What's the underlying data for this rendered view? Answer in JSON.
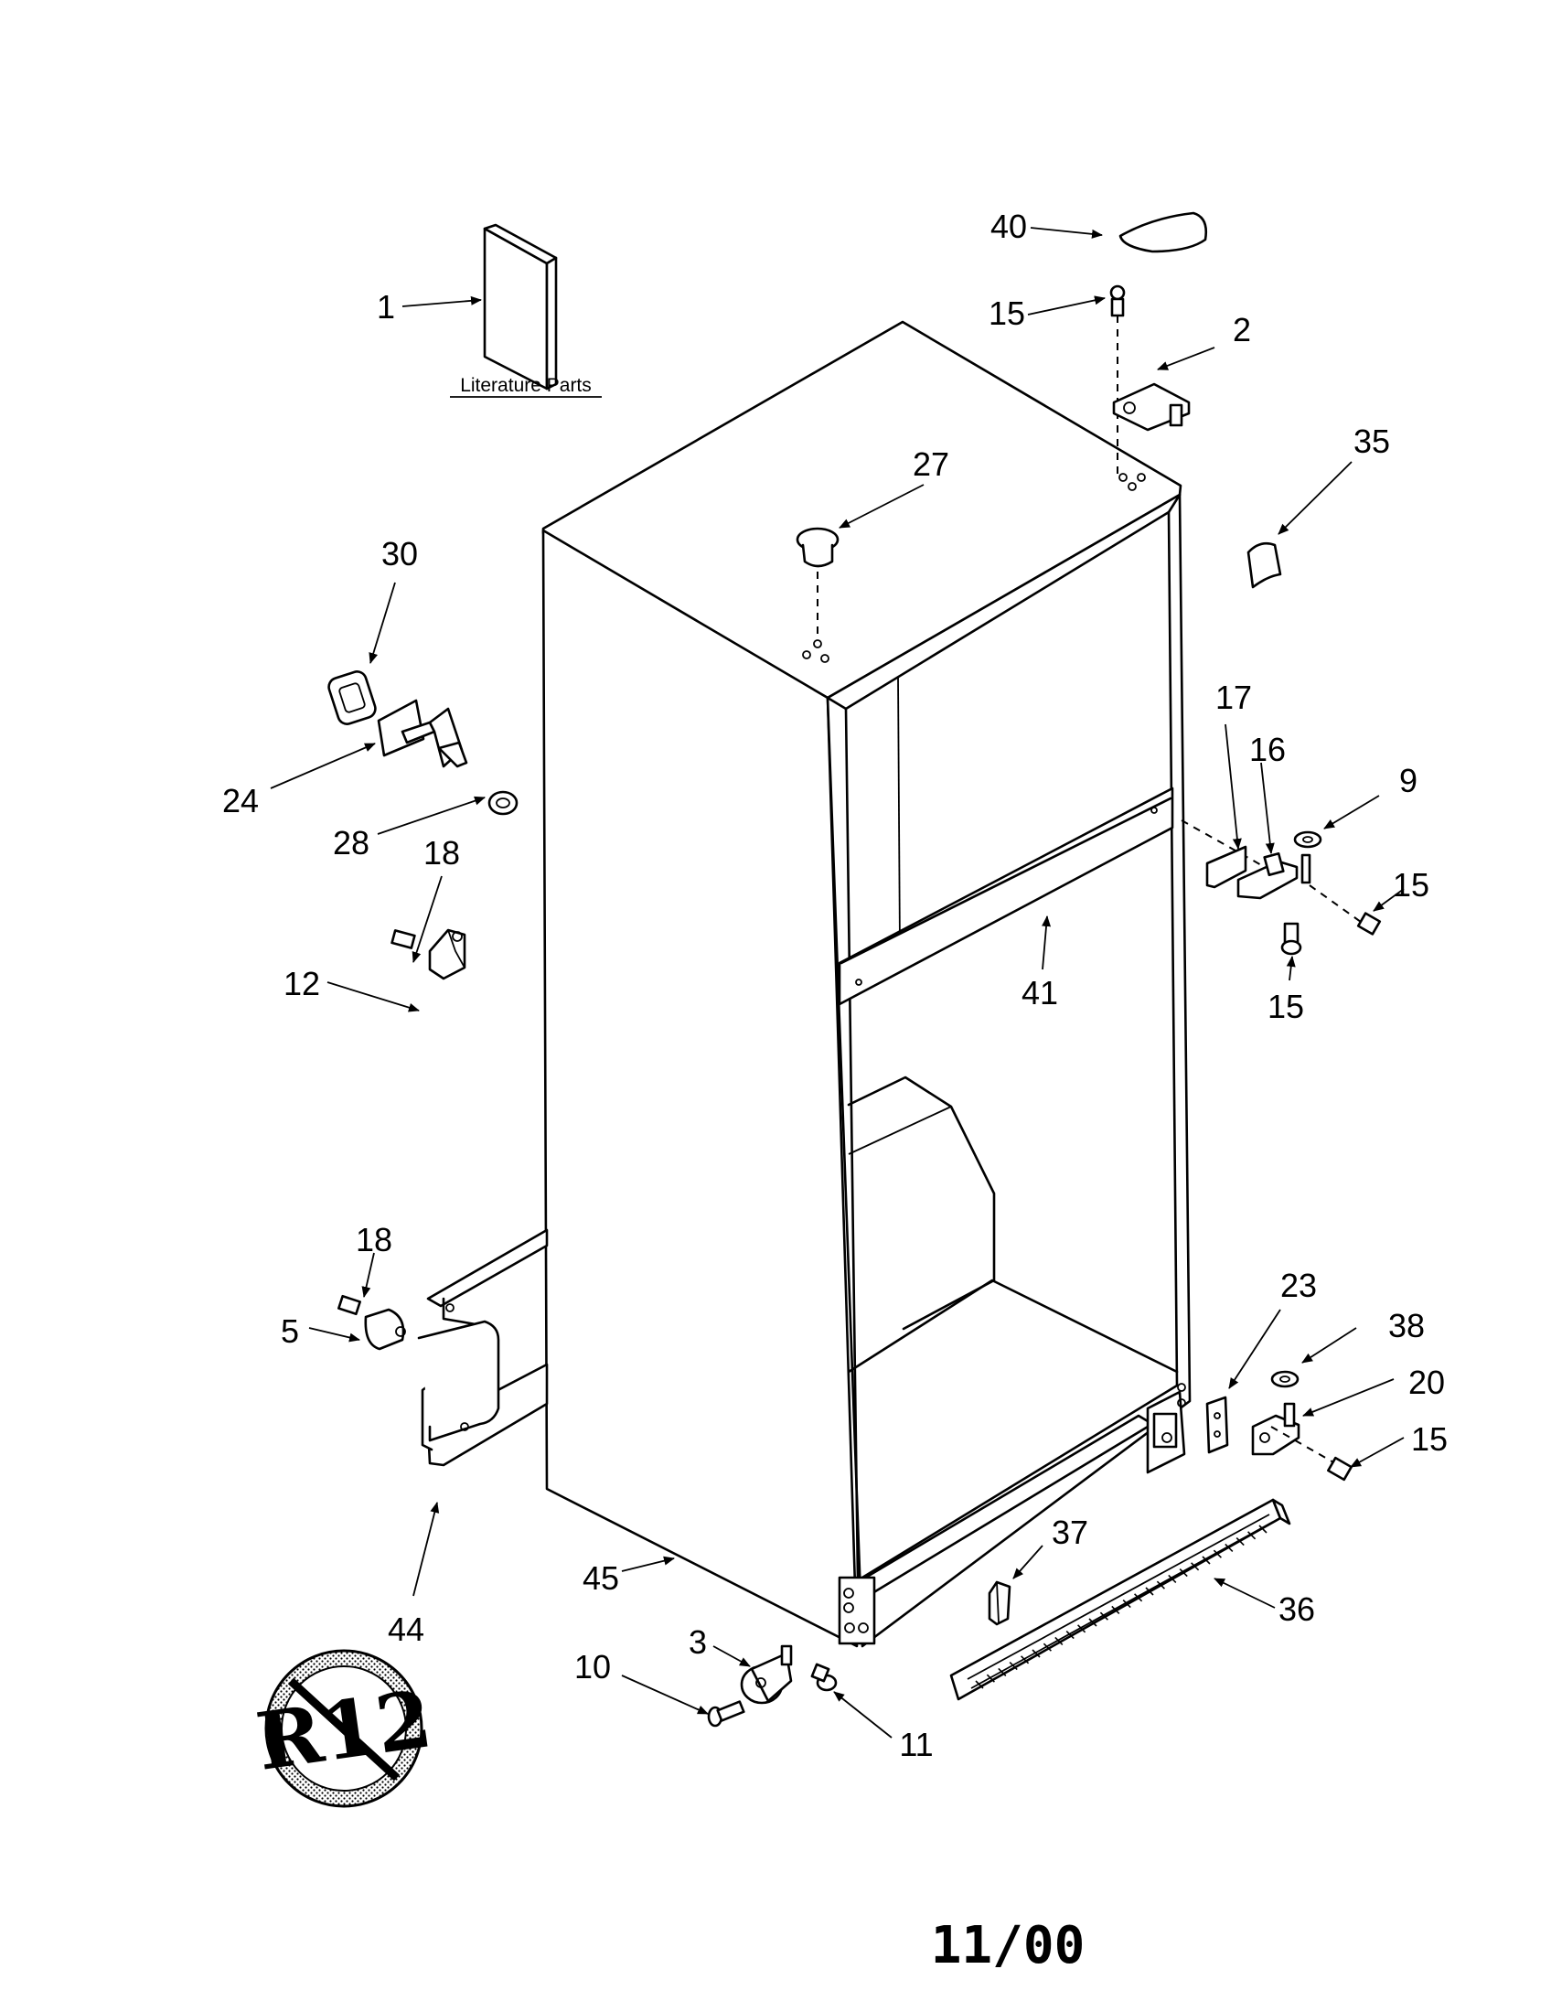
{
  "literature_label": "Literature Parts",
  "date_code": "11/00",
  "r12_label": "R12",
  "colors": {
    "line": "#000000",
    "background": "#ffffff"
  },
  "callouts": [
    {
      "id": "1",
      "text": "1"
    },
    {
      "id": "40",
      "text": "40"
    },
    {
      "id": "15a",
      "text": "15"
    },
    {
      "id": "2",
      "text": "2"
    },
    {
      "id": "35",
      "text": "35"
    },
    {
      "id": "27",
      "text": "27"
    },
    {
      "id": "30",
      "text": "30"
    },
    {
      "id": "24",
      "text": "24"
    },
    {
      "id": "28",
      "text": "28"
    },
    {
      "id": "18a",
      "text": "18"
    },
    {
      "id": "12",
      "text": "12"
    },
    {
      "id": "17",
      "text": "17"
    },
    {
      "id": "16",
      "text": "16"
    },
    {
      "id": "9",
      "text": "9"
    },
    {
      "id": "15b",
      "text": "15"
    },
    {
      "id": "15c",
      "text": "15"
    },
    {
      "id": "41",
      "text": "41"
    },
    {
      "id": "18b",
      "text": "18"
    },
    {
      "id": "5",
      "text": "5"
    },
    {
      "id": "44",
      "text": "44"
    },
    {
      "id": "45",
      "text": "45"
    },
    {
      "id": "23",
      "text": "23"
    },
    {
      "id": "38",
      "text": "38"
    },
    {
      "id": "20",
      "text": "20"
    },
    {
      "id": "15d",
      "text": "15"
    },
    {
      "id": "37",
      "text": "37"
    },
    {
      "id": "36",
      "text": "36"
    },
    {
      "id": "3",
      "text": "3"
    },
    {
      "id": "10",
      "text": "10"
    },
    {
      "id": "11",
      "text": "11"
    }
  ]
}
